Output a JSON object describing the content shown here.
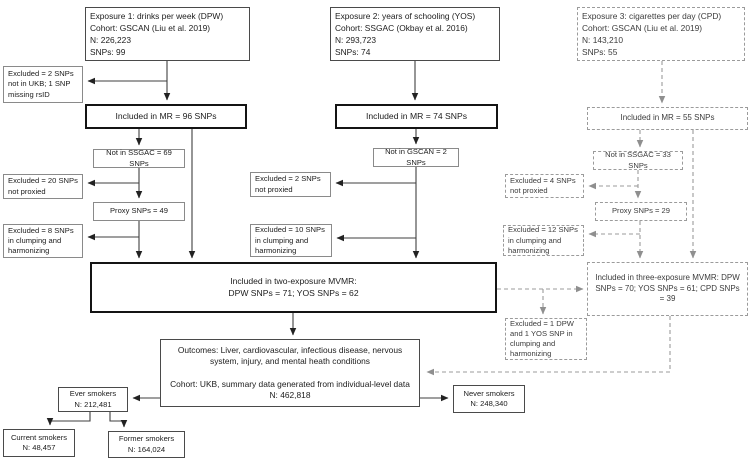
{
  "nodes": {
    "exposure1": "Exposure 1: drinks per week (DPW)\nCohort: GSCAN (Liu et al. 2019)\nN: 226,223\nSNPs: 99",
    "exposure2": "Exposure 2: years of schooling (YOS)\nCohort: SSGAC (Okbay et al. 2016)\nN: 293,723\nSNPs: 74",
    "exposure3": "Exposure 3: cigarettes per day (CPD)\nCohort: GSCAN (Liu et al. 2019)\nN: 143,210\nSNPs: 55",
    "excluded_ukb": "Excluded = 2 SNPs not in UKB; 1 SNP missing rsID",
    "included_mr_dpw": "Included in MR = 96 SNPs",
    "not_in_ssgac_dpw": "Not in SSGAC = 69 SNPs",
    "excluded_not_proxied_dpw": "Excluded = 20 SNPs not proxied",
    "proxy_dpw": "Proxy SNPs = 49",
    "excluded_clumping_dpw": "Excluded = 8 SNPs in clumping and harmonizing",
    "included_mr_yos": "Included in MR = 74 SNPs",
    "not_in_gscan_yos": "Not in GSCAN = 2 SNPs",
    "excluded_not_proxied_yos": "Excluded = 2 SNPs not proxied",
    "excluded_clumping_yos": "Excluded = 10 SNPs in clumping and harmonizing",
    "included_mr_cpd": "Included in MR = 55 SNPs",
    "not_in_ssgac_cpd": "Not in SSGAC = 33 SNPs",
    "excluded_not_proxied_cpd": "Excluded = 4 SNPs not proxied",
    "proxy_cpd": "Proxy SNPs = 29",
    "excluded_clumping_cpd": "Excluded = 12 SNPs in clumping and harmonizing",
    "mvmr_two": "Included in two-exposure MVMR:\nDPW SNPs = 71; YOS SNPs = 62",
    "mvmr_three": "Included in three-exposure MVMR: DPW SNPs = 70; YOS SNPs = 61; CPD SNPs = 39",
    "excluded_mvmr": "Excluded = 1 DPW and 1 YOS SNP in clumping and harmonizing",
    "outcomes": "Outcomes: Liver, cardiovascular, infectious disease, nervous system, injury, and mental heath conditions\n\nCohort: UKB, summary data generated from individual-level data\nN: 462,818",
    "ever_smokers": "Ever smokers\nN: 212,481",
    "never_smokers": "Never smokers\nN: 248,340",
    "current_smokers": "Current smokers\nN: 48,457",
    "former_smokers": "Former smokers\nN: 164,024"
  },
  "colors": {
    "solid_line": "#3f3f3f",
    "dashed_line": "#9b9b9b",
    "bold_border": "#141414",
    "solid_border": "#4a4a4a",
    "thin_border": "#8a8a8a",
    "background": "#ffffff"
  }
}
